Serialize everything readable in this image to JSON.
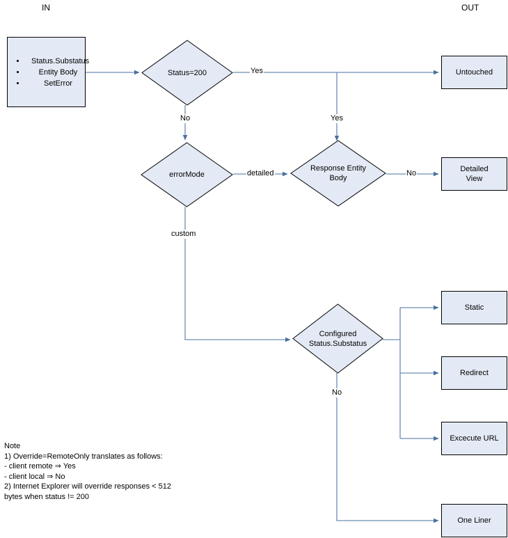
{
  "diagram": {
    "headers": {
      "in": "IN",
      "out": "OUT"
    },
    "input_node": {
      "items": [
        "Status.Substatus",
        "Entity Body",
        "SetError"
      ]
    },
    "decisions": {
      "status_200": "Status=200",
      "error_mode": "errorMode",
      "response_entity_body": "Response Entity\nBody",
      "configured_status": "Configured\nStatus.Substatus"
    },
    "outputs": {
      "untouched": "Untouched",
      "detailed_view": "Detailed\nView",
      "static": "Static",
      "redirect": "Redirect",
      "execute_url": "Excecute URL",
      "one_liner": "One Liner"
    },
    "edge_labels": {
      "status200_yes": "Yes",
      "status200_no": "No",
      "untouched_branch_yes": "Yes",
      "errormode_detailed": "detailed",
      "errormode_custom": "custom",
      "reb_no": "No",
      "configured_no": "No"
    },
    "note": "Note\n1) Override=RemoteOnly translates as follows:\n- client remote ⇒ Yes\n- client local ⇒ No\n2) Internet Explorer will override responses < 512\nbytes when status != 200",
    "colors": {
      "node_fill": "#e4eaf5",
      "node_stroke": "#000000",
      "connector": "#5b7ca6"
    }
  }
}
